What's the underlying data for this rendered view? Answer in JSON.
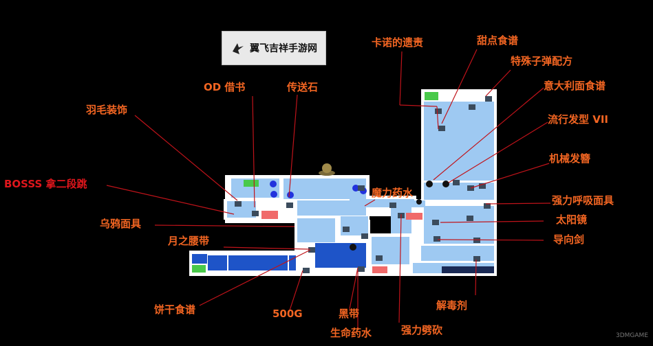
{
  "watermark": {
    "site_name": "翼飞吉祥手游网",
    "corner_mark": "3DMGAME"
  },
  "colors": {
    "background": "#000000",
    "room": "#9ec9f2",
    "room_dark": "#1e54c8",
    "wall": "#ffffff",
    "save_room": "#49c94a",
    "special_room": "#f06a6a",
    "label": "#f26522",
    "label_highlight": "#e0161c",
    "leader_line": "#c0131a"
  },
  "labels": {
    "od_book": "OD 借书",
    "teleport_stone": "传送石",
    "cano_relic": "卡诺的遗责",
    "dessert_recipe": "甜点食谱",
    "special_bullet": "特殊子弹配方",
    "pasta_recipe": "意大利面食谱",
    "hairstyle": "流行发型 VII",
    "mech_hairpin": "机械发簪",
    "breath_mask": "强力呼吸面具",
    "sunglasses": "太阳镜",
    "guide_sword": "导向剑",
    "antidote": "解毒剂",
    "strong_slash": "强力劈砍",
    "life_potion": "生命药水",
    "black_belt": "黑带",
    "gold_500": "500G",
    "cookie_recipe": "饼干食谱",
    "moon_belt": "月之腰带",
    "crow_mask": "乌鸦面具",
    "boss_double_jump": "BOSSS 拿二段跳",
    "feather_deco": "羽毛装饰",
    "magic_potion": "魔力药水"
  }
}
